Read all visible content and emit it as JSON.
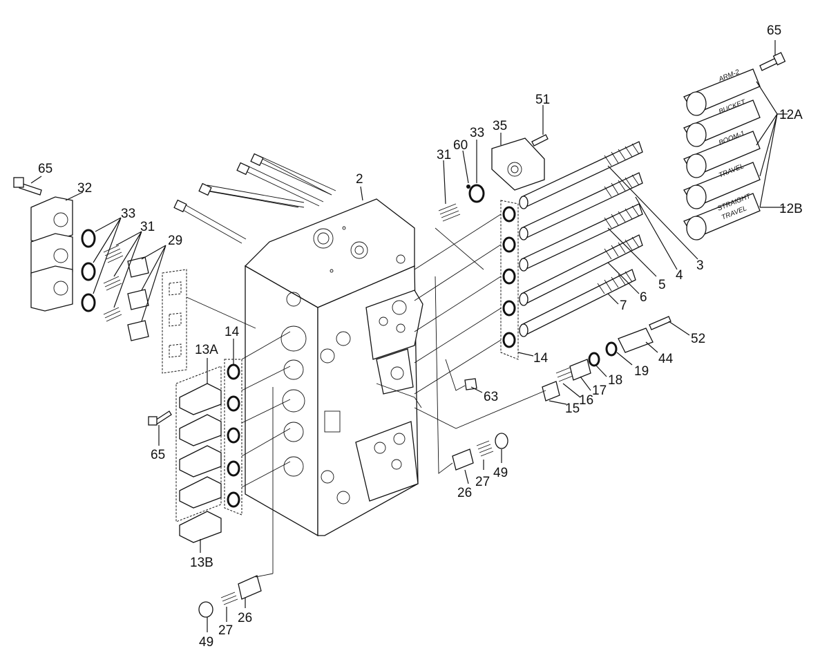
{
  "labels": {
    "l65_top": "65",
    "l12A": "12A",
    "l12B": "12B",
    "l51": "51",
    "l35": "35",
    "l33_top": "33",
    "l60": "60",
    "l31_top": "31",
    "l2": "2",
    "l3": "3",
    "l4": "4",
    "l5": "5",
    "l6": "6",
    "l7": "7",
    "l14_right": "14",
    "l52": "52",
    "l44": "44",
    "l19": "19",
    "l18": "18",
    "l17": "17",
    "l16": "16",
    "l15": "15",
    "l63": "63",
    "l26_right": "26",
    "l27_right": "27",
    "l49_right": "49",
    "l65_left": "65",
    "l32": "32",
    "l33_left": "33",
    "l31_left": "31",
    "l29": "29",
    "l14_left": "14",
    "l13A": "13A",
    "l13B": "13B",
    "l65_mid": "65",
    "l49_bottom": "49",
    "l27_bottom": "27",
    "l26_bottom": "26"
  },
  "caps": {
    "arm2": "ARM-2",
    "bucket": "BUCKET",
    "boom1": "BOOM-1",
    "travel": "TRAVEL",
    "straight": "STRAIGHT",
    "travel2": "TRAVEL"
  }
}
